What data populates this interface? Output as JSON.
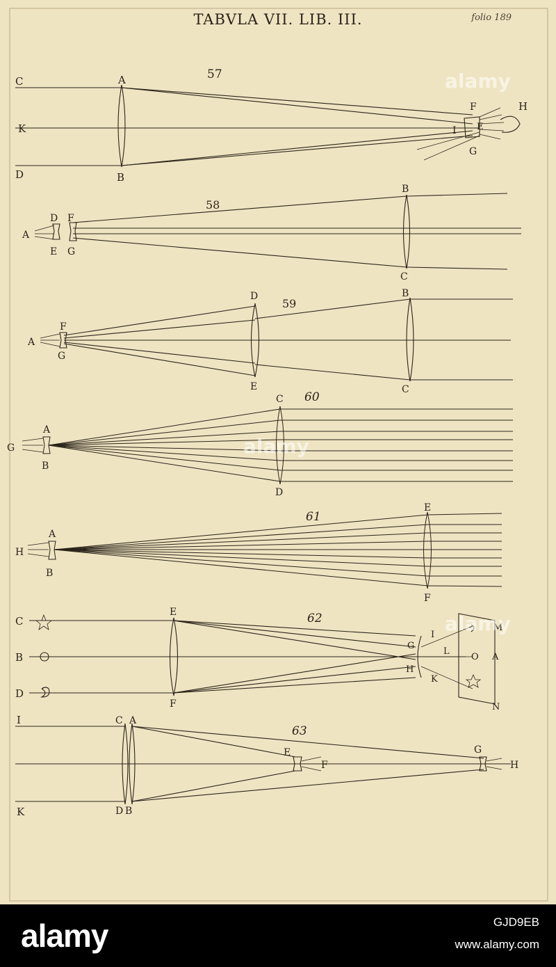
{
  "plate": {
    "title": "TABVLA VII. LIB. III.",
    "folio": "folio 189"
  },
  "figures": [
    {
      "number": "57",
      "labels": [
        "C",
        "A",
        "K",
        "D",
        "B",
        "F",
        "H",
        "E",
        "I",
        "G"
      ]
    },
    {
      "number": "58",
      "labels": [
        "D",
        "F",
        "A",
        "E",
        "G",
        "B",
        "C"
      ]
    },
    {
      "number": "59",
      "labels": [
        "D",
        "B",
        "F",
        "A",
        "G",
        "E",
        "C"
      ]
    },
    {
      "number": "60",
      "labels": [
        "C",
        "A",
        "G",
        "B",
        "D"
      ]
    },
    {
      "number": "61",
      "labels": [
        "A",
        "H",
        "B",
        "E",
        "F"
      ]
    },
    {
      "number": "62",
      "labels": [
        "C",
        "E",
        "B",
        "D",
        "F",
        "G",
        "I",
        "H",
        "K",
        "L",
        "M",
        "O",
        "A",
        "N"
      ]
    },
    {
      "number": "63",
      "labels": [
        "I",
        "C",
        "A",
        "K",
        "D",
        "B",
        "E",
        "F",
        "G",
        "H"
      ]
    }
  ],
  "watermark": "alamy",
  "footer": {
    "brand": "alamy",
    "image_id": "GJD9EB",
    "site": "www.alamy.com"
  }
}
